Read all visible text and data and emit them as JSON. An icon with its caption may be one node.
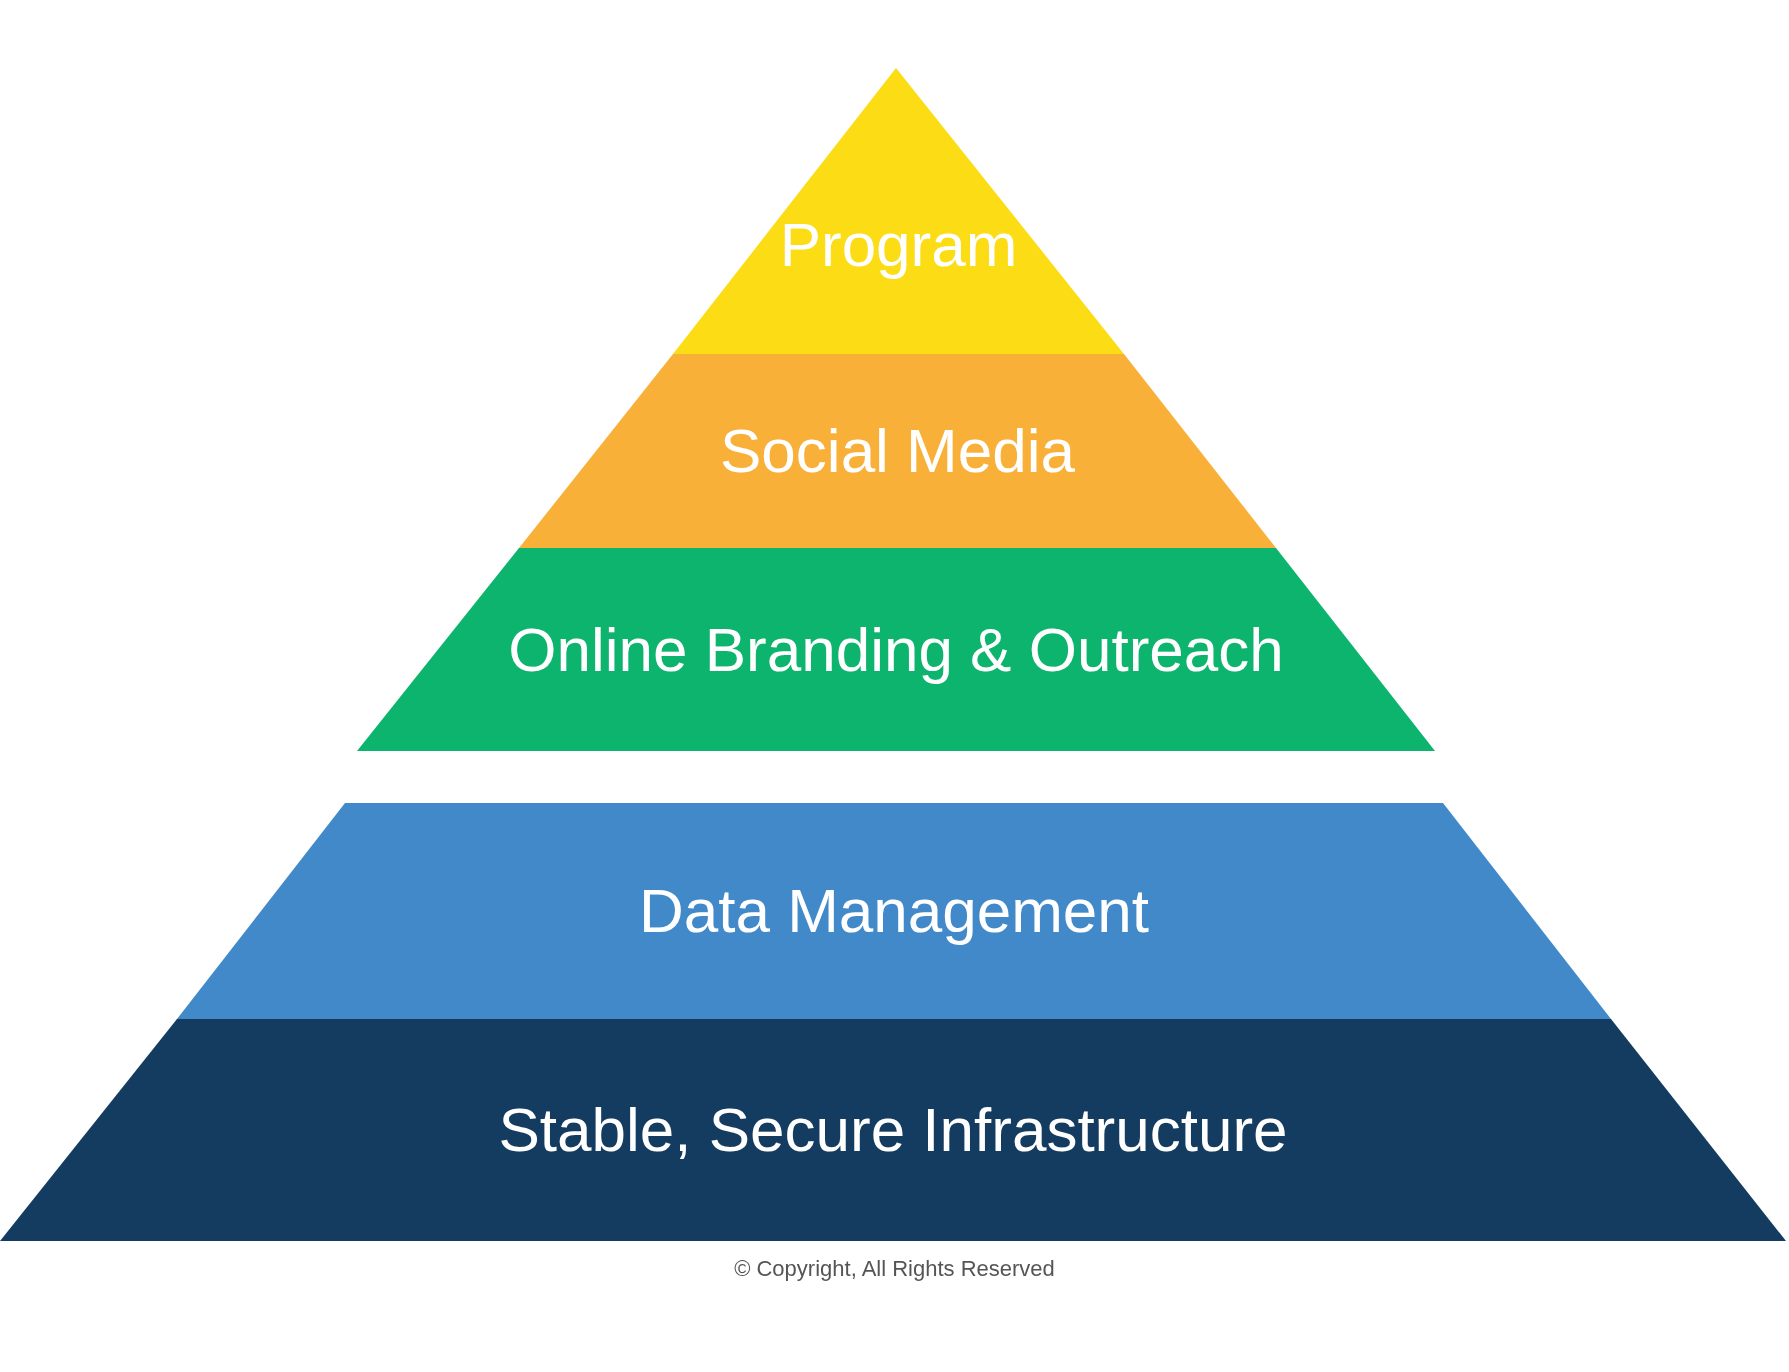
{
  "diagram": {
    "nodes": [
      {
        "text": [
          "Program"
        ]
      },
      {
        "text": [
          "Social Media"
        ]
      },
      {
        "text": [
          "Online Branding & Outreach"
        ]
      },
      {
        "text": [
          "Data Management"
        ]
      },
      {
        "text": [
          "Stable, Secure Infrastructure"
        ]
      }
    ],
    "labels": [
      "© Copyright, All Rights Reserved"
    ]
  }
}
